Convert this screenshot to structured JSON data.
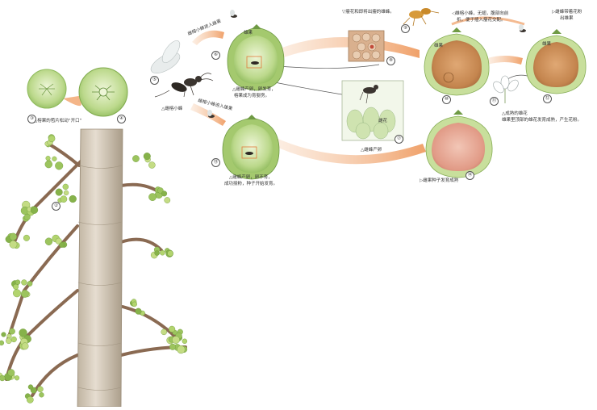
{
  "labels": {
    "opening": "△榕果的苞片松动“开口”",
    "wasp_main": "△雌榕小蜂",
    "enter_top": "雌榕小蜂进入雌果",
    "enter_bottom": "雌榕小蜂进入雄果",
    "fig_top_tag": "雄果",
    "cap6_line1": "△雌蜂产卵，卵发育，",
    "cap6_line2": "榕果成为育婴房。",
    "cap13_line1": "△雌蜂产卵，卵不育，",
    "cap13_line2": "成功授粉，种子开始发育。",
    "oviposit": "△雌蜂产卵",
    "female_flower": "雌花",
    "male_gall": "▽瘿花和即将出瘿的雄蜂。",
    "male_wasp_line1": "◁雄榕小蜂，无翅，腹部向前",
    "male_wasp_line2": "折，便于插入瘿花交配。",
    "fig_right_tag1": "雄果",
    "fig_right_tag2": "雄果",
    "exit_line1": "▷雌蜂带着花粉",
    "exit_line2": "出雄果",
    "mature_line1": "△成熟的雄花",
    "mature_line2": "雄果里顶部的雄花发育成熟，产生花粉。",
    "seed": "▷雌果种子发育成熟",
    "n2": "②",
    "n3": "③",
    "n4": "④",
    "n5": "⑤",
    "n6": "⑥",
    "n7": "⑦",
    "n8": "⑧",
    "n9": "⑨",
    "n10": "⑩",
    "n11": "⑪",
    "n12": "⑫",
    "n13": "⑬",
    "n14": "⑭"
  },
  "colors": {
    "fig_green": "#b9d98a",
    "fig_light": "#e4f0c8",
    "fig_inner_pink": "#e8a898",
    "fig_brown": "#c88a5a",
    "arrow_orange": "#f2b48a",
    "trunk": "#d8cfc0",
    "branch": "#8a6a52"
  },
  "icons": [
    "fig-tree-illustration",
    "fig-section-icon",
    "wasp-icon",
    "flower-icon"
  ]
}
